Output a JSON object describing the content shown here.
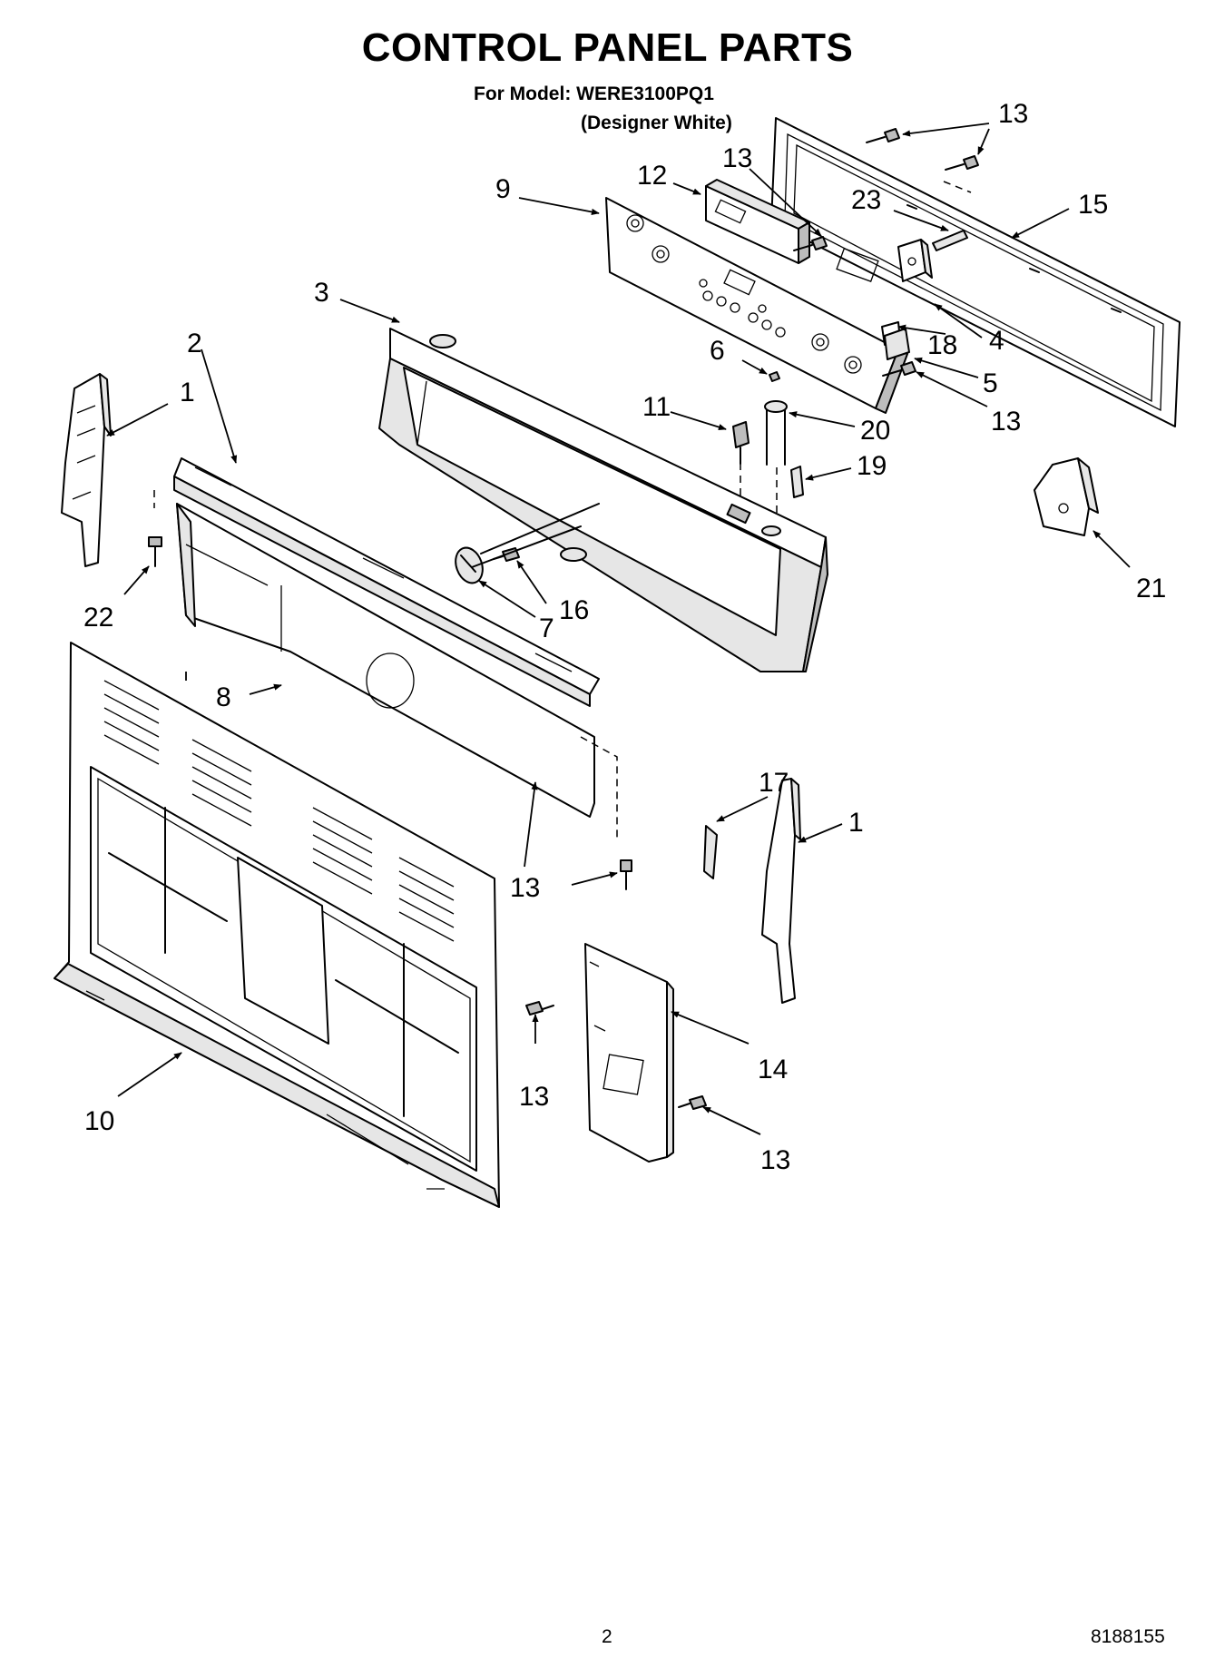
{
  "header": {
    "title": "CONTROL PANEL PARTS",
    "model_line": "For Model: WERE3100PQ1",
    "variant_line": "(Designer White)"
  },
  "footer": {
    "page_number": "2",
    "doc_number": "8188155"
  },
  "callouts": {
    "c1_left": "1",
    "c1_right": "1",
    "c2": "2",
    "c3": "3",
    "c4": "4",
    "c5": "5",
    "c6": "6",
    "c7": "7",
    "c8": "8",
    "c9": "9",
    "c10": "10",
    "c11": "11",
    "c12": "12",
    "c13_top": "13",
    "c13_mid": "13",
    "c13_right": "13",
    "c13_center": "13",
    "c13_lower": "13",
    "c13_bottom": "13",
    "c14": "14",
    "c15": "15",
    "c16": "16",
    "c17": "17",
    "c18": "18",
    "c19": "19",
    "c20": "20",
    "c21": "21",
    "c22": "22",
    "c23": "23"
  }
}
